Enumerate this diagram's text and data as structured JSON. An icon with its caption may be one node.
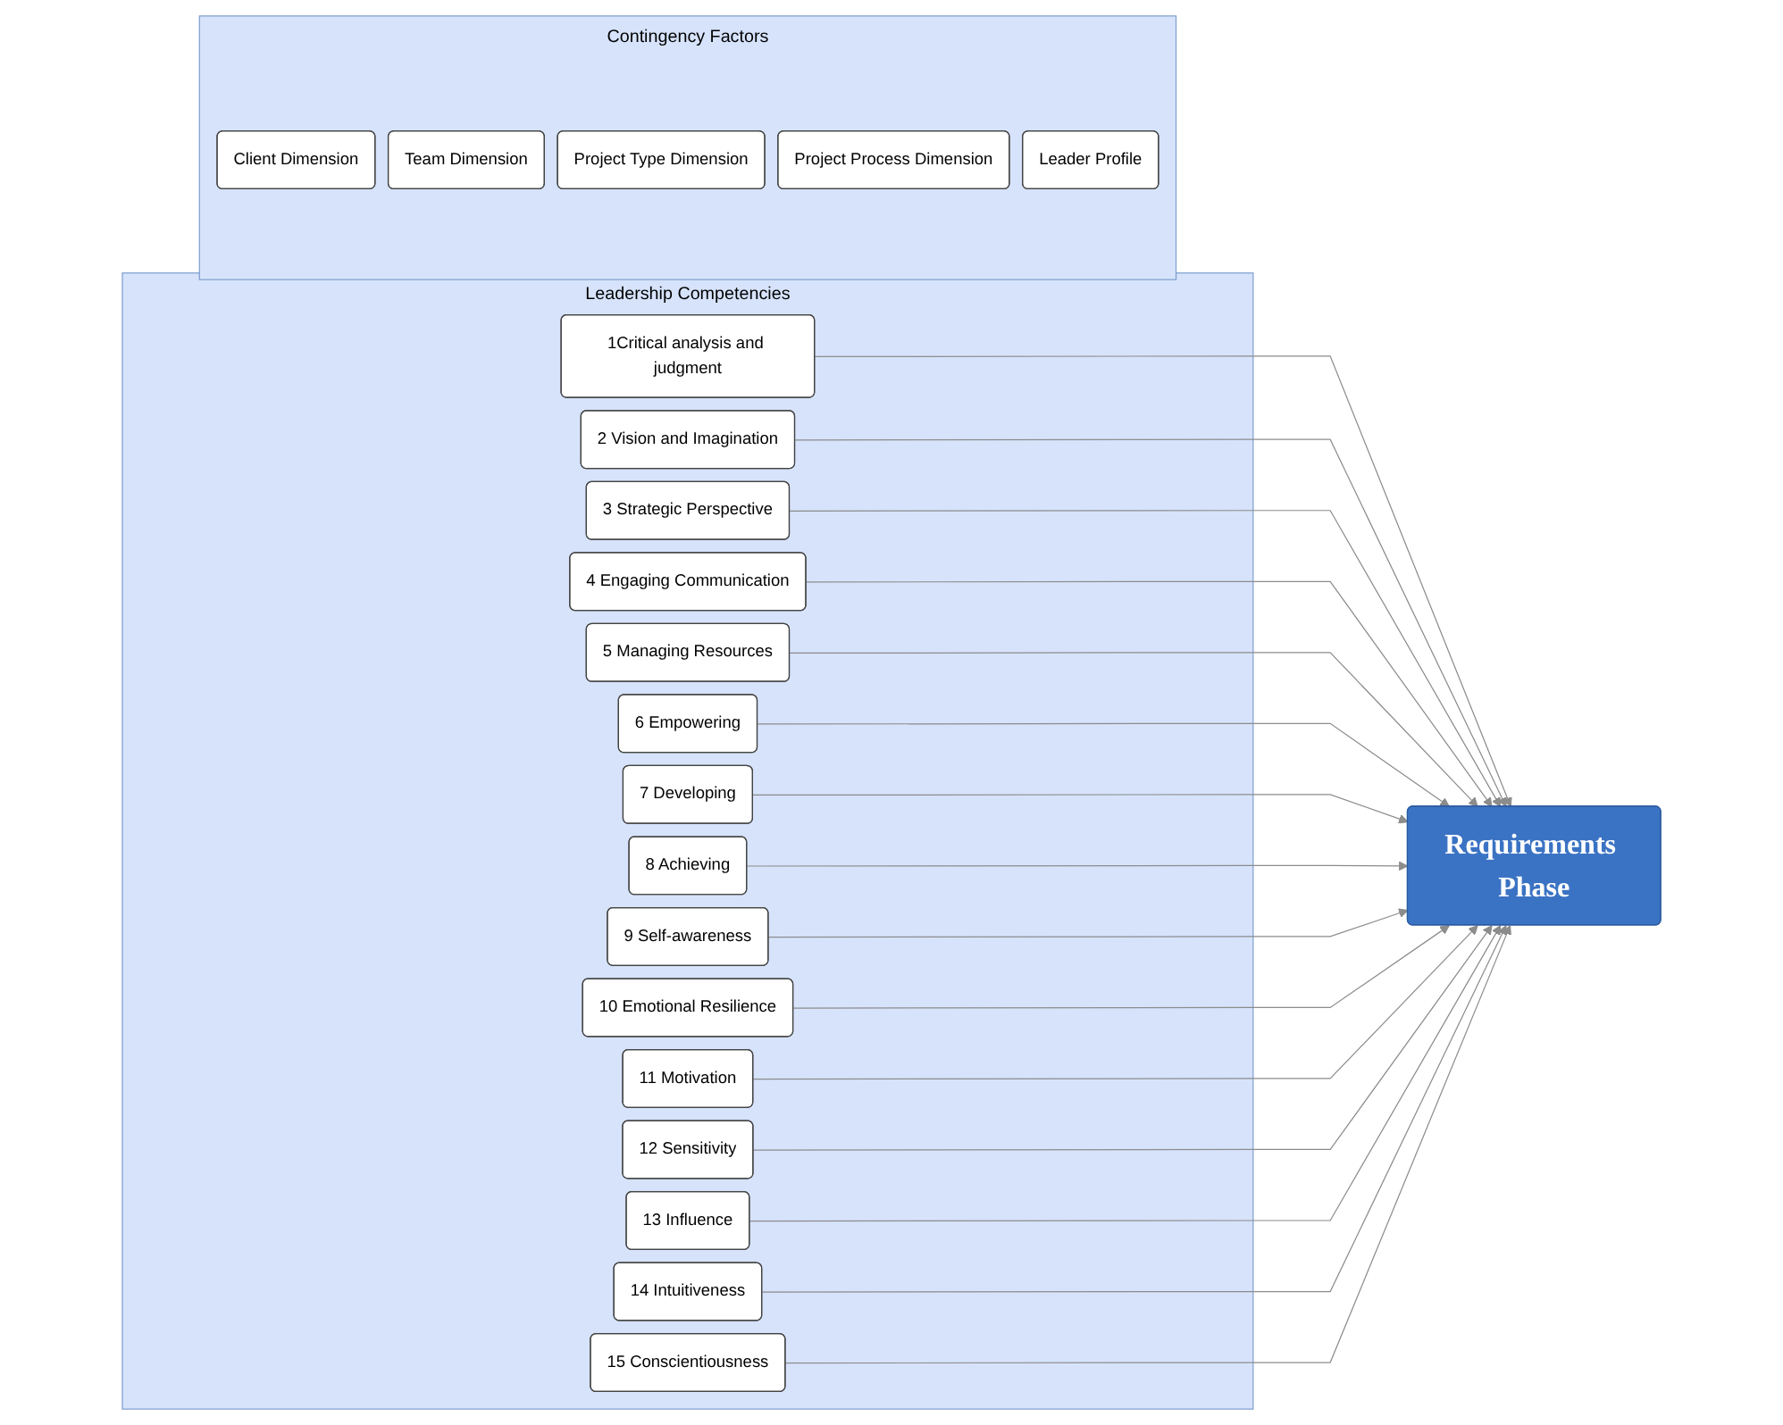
{
  "diagram": {
    "nodes": [
      {
        "text": [
          "Leadership Competencies"
        ]
      },
      {
        "text": [
          "1Critical analysis and judgment"
        ],
        "in": 0
      },
      {
        "text": [
          "2 Vision and Imagination"
        ],
        "in": 0
      },
      {
        "text": [
          "3 Strategic Perspective"
        ],
        "in": 0
      },
      {
        "text": [
          "4 Engaging Communication"
        ],
        "in": 0
      },
      {
        "text": [
          "5 Managing Resources"
        ],
        "in": 0
      },
      {
        "text": [
          "6 Empowering"
        ],
        "in": 0
      },
      {
        "text": [
          "7 Developing"
        ],
        "in": 0
      },
      {
        "text": [
          "8 Achieving"
        ],
        "in": 0
      },
      {
        "text": [
          "9 Self-awareness"
        ],
        "in": 0
      },
      {
        "text": [
          "10 Emotional Resilience"
        ],
        "in": 0
      },
      {
        "text": [
          "11 Motivation"
        ],
        "in": 0
      },
      {
        "text": [
          "12 Sensitivity"
        ],
        "in": 0
      },
      {
        "text": [
          "13 Influence"
        ],
        "in": 0
      },
      {
        "text": [
          "14 Intuitiveness"
        ],
        "in": 0
      },
      {
        "text": [
          "15 Conscientiousness"
        ],
        "in": 0
      },
      {
        "text": [
          "Requirements Phase"
        ]
      },
      {
        "text": [
          "Contingency Factors"
        ]
      },
      {
        "text": [
          "Client Dimension"
        ],
        "in": 17
      },
      {
        "text": [
          "Team Dimension"
        ],
        "in": 17
      },
      {
        "text": [
          "Project Type Dimension"
        ],
        "in": 17
      },
      {
        "text": [
          "Project Process Dimension"
        ],
        "in": 17
      },
      {
        "text": [
          "Leader Profile"
        ],
        "in": 17
      }
    ],
    "edges": [
      {
        "from": 1,
        "to": 16,
        "arrow": "to"
      },
      {
        "from": 2,
        "to": 16,
        "arrow": "to"
      },
      {
        "from": 3,
        "to": 16,
        "arrow": "to"
      },
      {
        "from": 4,
        "to": 16,
        "arrow": "to"
      },
      {
        "from": 5,
        "to": 16,
        "arrow": "to"
      },
      {
        "from": 6,
        "to": 16,
        "arrow": "to"
      },
      {
        "from": 7,
        "to": 16,
        "arrow": "to"
      },
      {
        "from": 8,
        "to": 16,
        "arrow": "to"
      },
      {
        "from": 9,
        "to": 16,
        "arrow": "to"
      },
      {
        "from": 10,
        "to": 16,
        "arrow": "to"
      },
      {
        "from": 11,
        "to": 16,
        "arrow": "to"
      },
      {
        "from": 12,
        "to": 16,
        "arrow": "to"
      },
      {
        "from": 13,
        "to": 16,
        "arrow": "to"
      },
      {
        "from": 14,
        "to": 16,
        "arrow": "to"
      },
      {
        "from": 15,
        "to": 16,
        "arrow": "to"
      }
    ]
  }
}
